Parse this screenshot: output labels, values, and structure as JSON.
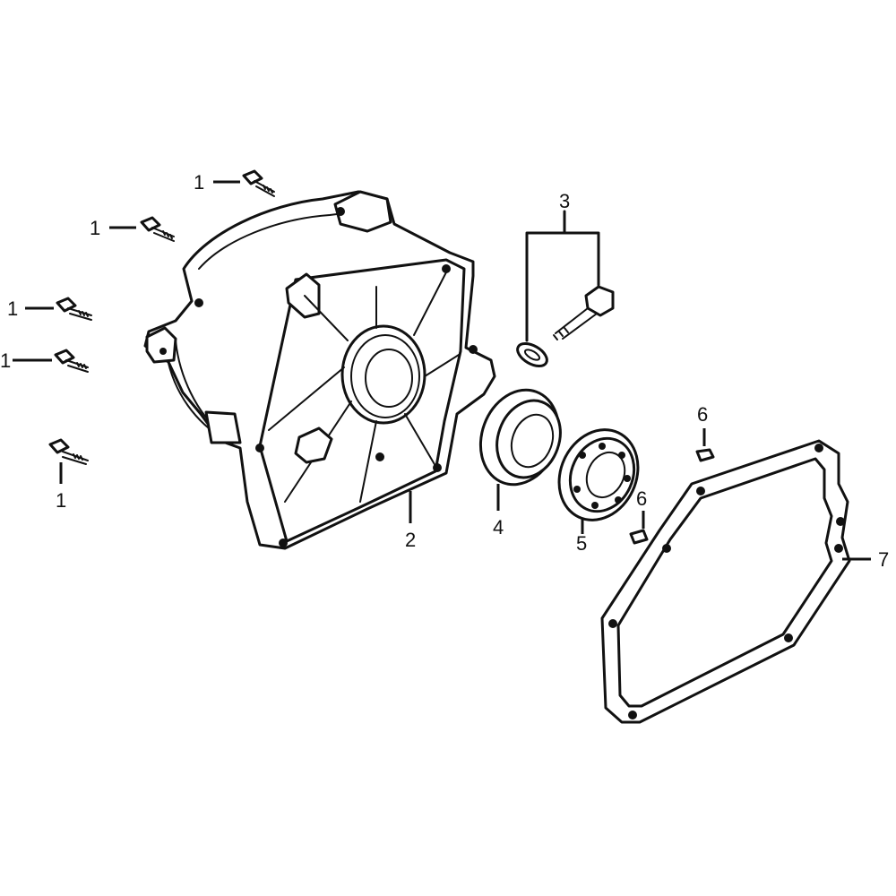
{
  "callouts": {
    "bolt_1": "1",
    "bolt_2": "1",
    "bolt_3": "1",
    "bolt_4": "1",
    "bolt_5": "1",
    "cover": "2",
    "drain_group": "3",
    "oil_seal": "4",
    "bearing": "5",
    "dowel_upper": "6",
    "dowel_lower": "6",
    "gasket": "7"
  }
}
